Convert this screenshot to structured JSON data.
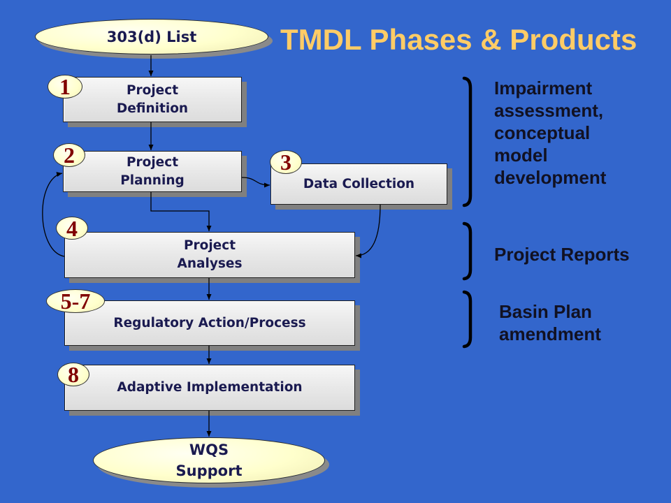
{
  "slide": {
    "title": "TMDL Phases & Products"
  },
  "colors": {
    "background": "#3366CC",
    "title": "#FFCC66",
    "badge_number": "#800000",
    "terminal_fill": "#FFFFCC",
    "phase_fill": "#E8E8E8",
    "box_text": "#1A1A50"
  },
  "flow": {
    "start": {
      "label": "303(d) List"
    },
    "phases": [
      {
        "badge": "1",
        "lines": [
          "Project",
          "Definition"
        ]
      },
      {
        "badge": "2",
        "lines": [
          "Project",
          "Planning"
        ]
      },
      {
        "badge": "3",
        "lines": [
          "Data Collection"
        ]
      },
      {
        "badge": "4",
        "lines": [
          "Project",
          "Analyses"
        ]
      },
      {
        "badge": "5-7",
        "lines": [
          "Regulatory Action/Process"
        ]
      },
      {
        "badge": "8",
        "lines": [
          "Adaptive Implementation"
        ]
      }
    ],
    "end": {
      "lines": [
        "WQS",
        "Support"
      ]
    }
  },
  "products": [
    {
      "lines": [
        "Impairment",
        "assessment,",
        "conceptual",
        "model",
        "development"
      ]
    },
    {
      "lines": [
        "Project Reports"
      ]
    },
    {
      "lines": [
        "Basin Plan",
        "amendment"
      ]
    }
  ]
}
